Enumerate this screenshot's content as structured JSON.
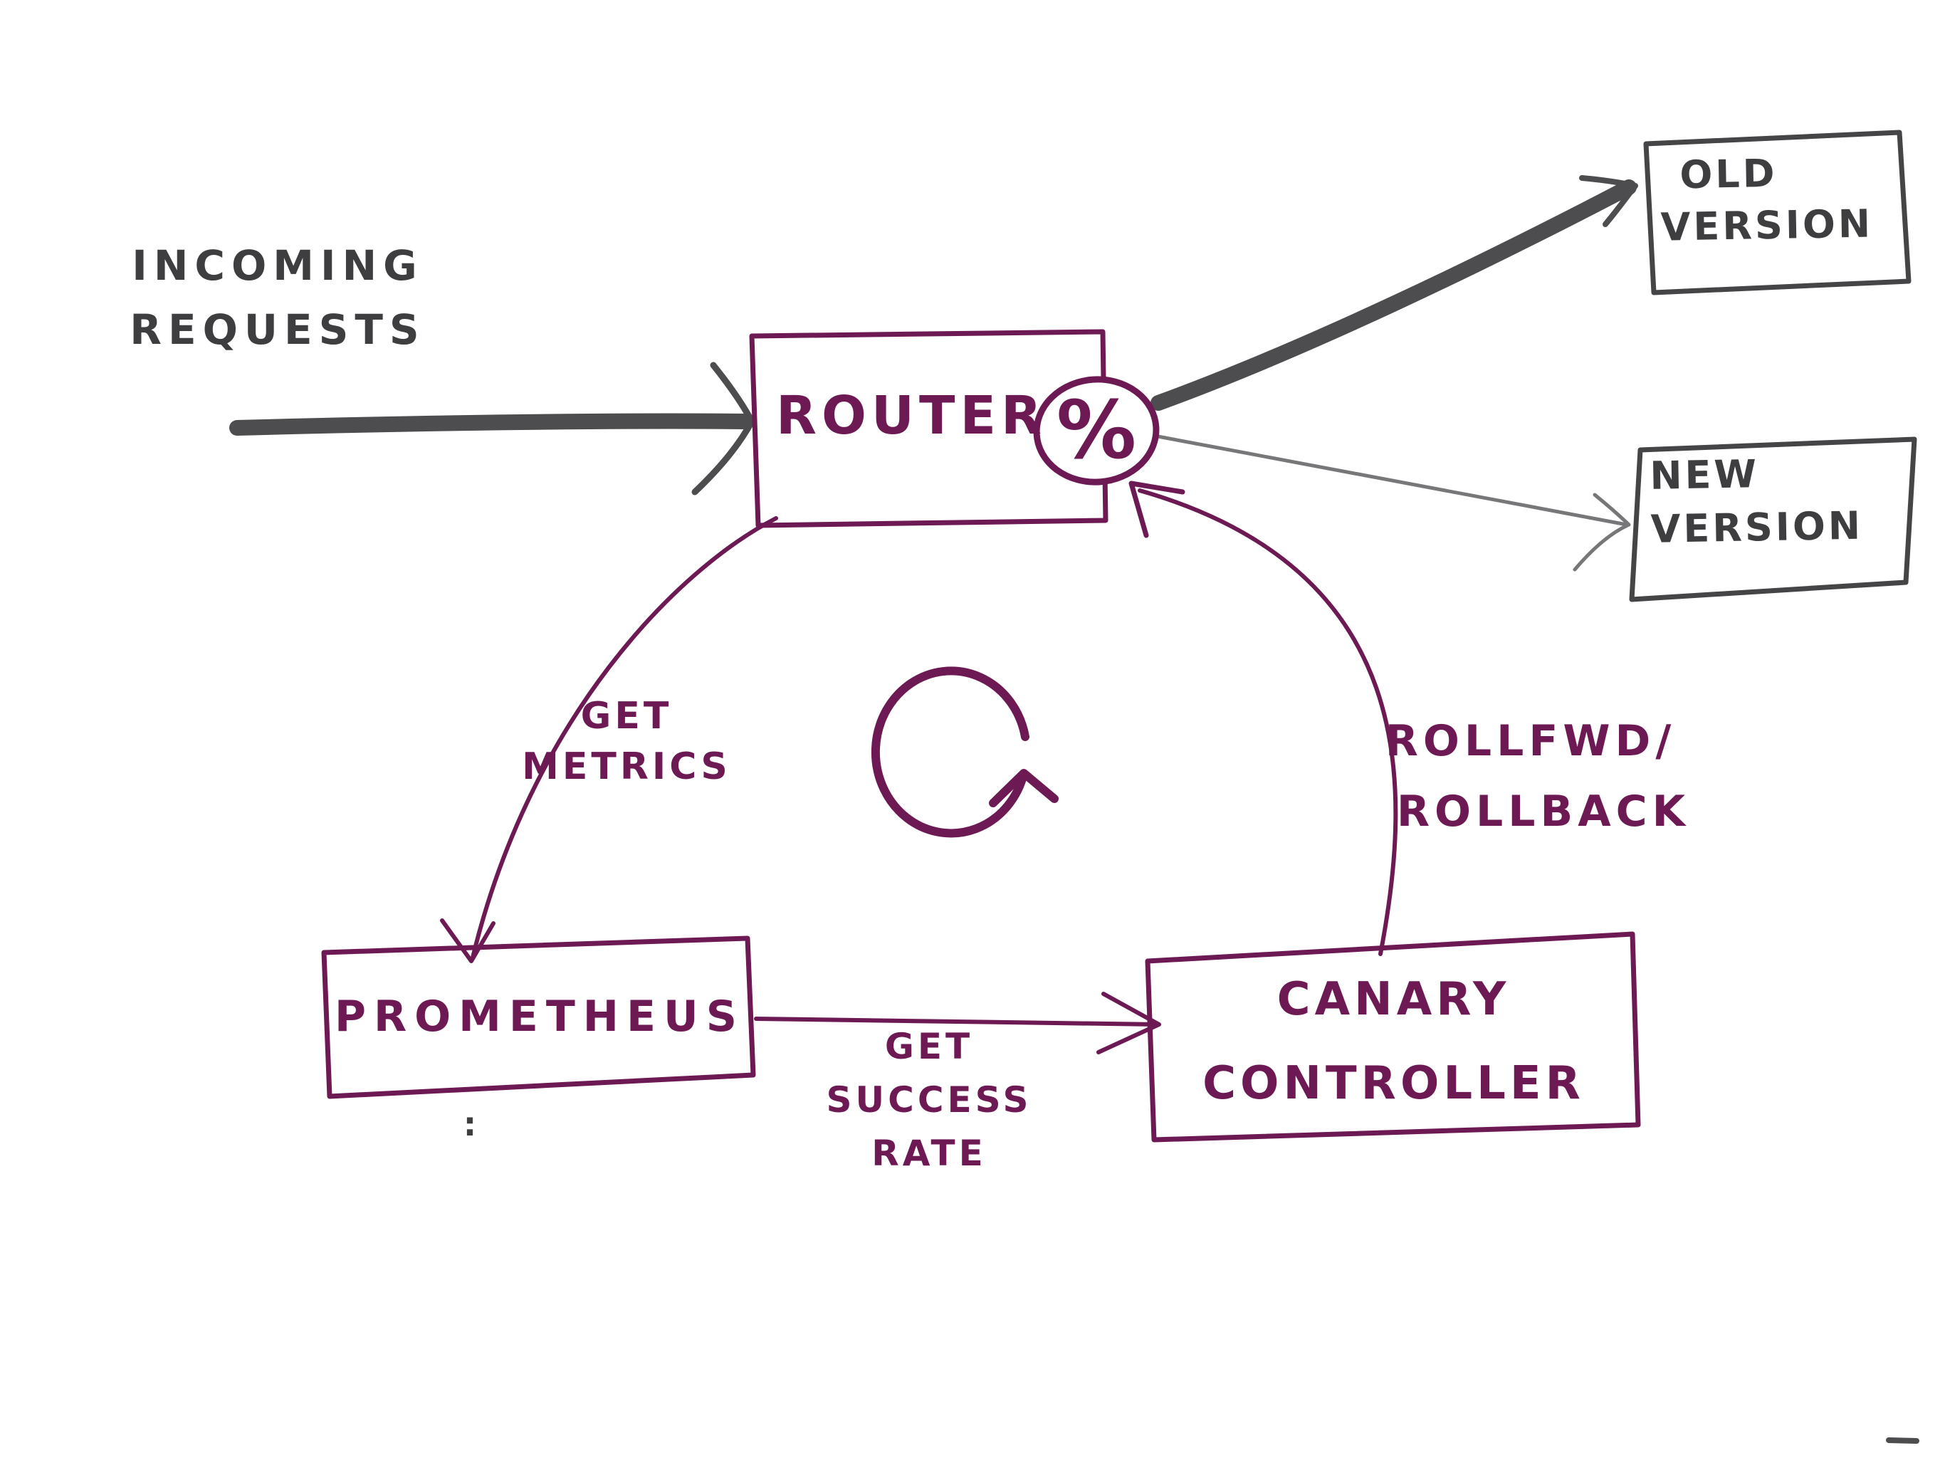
{
  "palette": {
    "ink_purple": "#6d1a54",
    "ink_gray_text": "#3e3e40",
    "ink_gray_thick": "#4d4d4f",
    "ink_gray_thin": "#77777a",
    "background": "#ffffff"
  },
  "nodes": {
    "incoming_requests": {
      "lines": [
        "INCOMING",
        "REQUESTS"
      ]
    },
    "router": {
      "label": "ROUTER",
      "percent": "%"
    },
    "old_version": {
      "lines": [
        "OLD",
        "VERSION"
      ]
    },
    "new_version": {
      "lines": [
        "NEW",
        "VERSION"
      ]
    },
    "prometheus": {
      "label": "PROMETHEUS"
    },
    "canary_controller": {
      "lines": [
        "CANARY",
        "CONTROLLER"
      ]
    }
  },
  "edges": {
    "get_metrics": {
      "lines": [
        "GET",
        "METRICS"
      ]
    },
    "get_success_rate": {
      "lines": [
        "GET",
        "SUCCESS",
        "RATE"
      ]
    },
    "rollfwd_rollback": {
      "lines": [
        "ROLLFWD/",
        "ROLLBACK"
      ]
    },
    "stray_mark": ":"
  }
}
